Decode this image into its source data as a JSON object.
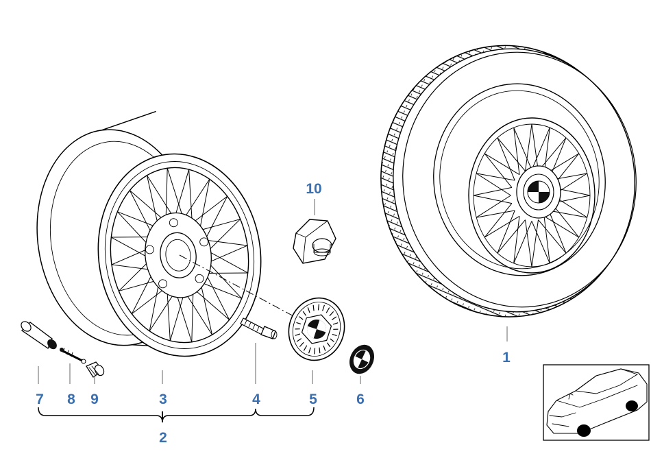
{
  "diagram": {
    "accent_color": "#3a6fb0",
    "callouts": [
      {
        "id": "1",
        "label": "1",
        "part": "complete-wheel"
      },
      {
        "id": "2",
        "label": "2",
        "part": "wheel-assembly-group"
      },
      {
        "id": "3",
        "label": "3",
        "part": "light-alloy-rim"
      },
      {
        "id": "4",
        "label": "4",
        "part": "wheel-bolt"
      },
      {
        "id": "5",
        "label": "5",
        "part": "hub-cap"
      },
      {
        "id": "6",
        "label": "6",
        "part": "emblem"
      },
      {
        "id": "7",
        "label": "7",
        "part": "valve-stem"
      },
      {
        "id": "8",
        "label": "8",
        "part": "valve-core"
      },
      {
        "id": "9",
        "label": "9",
        "part": "valve-cap"
      },
      {
        "id": "10",
        "label": "10",
        "part": "nut"
      }
    ]
  }
}
